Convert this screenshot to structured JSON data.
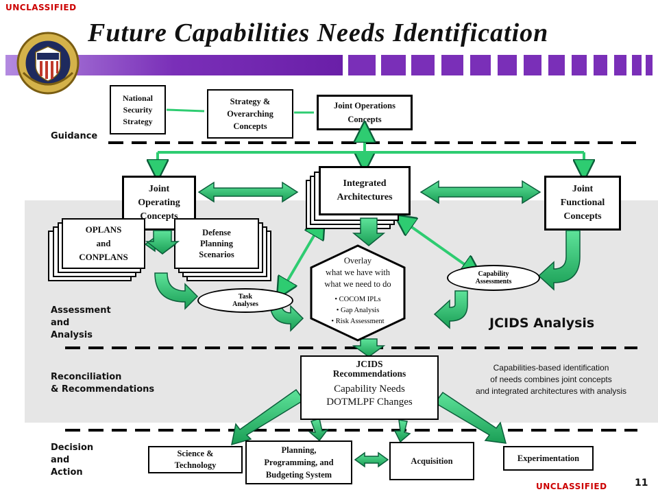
{
  "header": {
    "classification_top": "UNCLASSIFIED",
    "classification_bottom": "UNCLASSIFIED",
    "title": "Future Capabilities Needs Identification",
    "page_number": "11",
    "seal_icon": "joint-chiefs-seal-icon"
  },
  "zones": {
    "guidance": "Guidance",
    "assessment": "Assessment\nand\nAnalysis",
    "reconciliation": "Reconciliation\n& Recommendations",
    "decision": "Decision\nand\nAction"
  },
  "guidance_boxes": {
    "nss": "National\nSecurity\nStrategy",
    "strategy": "Strategy &\nOverarching\nConcepts",
    "joc_concepts": "Joint Operations\nConcepts"
  },
  "concepts": {
    "joint_operating": "Joint\nOperating\nConcepts",
    "integrated_arch": "Integrated\nArchitectures",
    "joint_functional": "Joint\nFunctional\nConcepts",
    "oplans": "OPLANS\nand\nCONPLANS",
    "defense_planning": "Defense\nPlanning\nScenarios"
  },
  "analysis": {
    "task_analyses": "Task\nAnalyses",
    "capability_assessments": "Capability\nAssessments",
    "overlay_title": "Overlay\nwhat we have with\nwhat we need to do",
    "overlay_bullets": [
      "• COCOM IPLs",
      "• Gap Analysis",
      "• Risk Assessment"
    ],
    "jcids_analysis_label": "JCIDS Analysis"
  },
  "recommendations": {
    "title": "JCIDS\nRecommendations",
    "line1": "Capability Needs",
    "line2": "DOTMLPF Changes",
    "note": "Capabilities-based identification\nof needs combines joint concepts\nand integrated architectures with analysis"
  },
  "decision_boxes": {
    "science": "Science &\nTechnology",
    "ppbs": "Planning,\nProgramming, and\nBudgeting System",
    "acquisition": "Acquisition",
    "experimentation": "Experimentation"
  },
  "colors": {
    "arrow_green": "#2ecc71",
    "arrow_dark": "#0b5d3a",
    "purple": "#7a2fb8",
    "band_gray": "#e6e6e6",
    "classification_red": "#cc0000"
  }
}
